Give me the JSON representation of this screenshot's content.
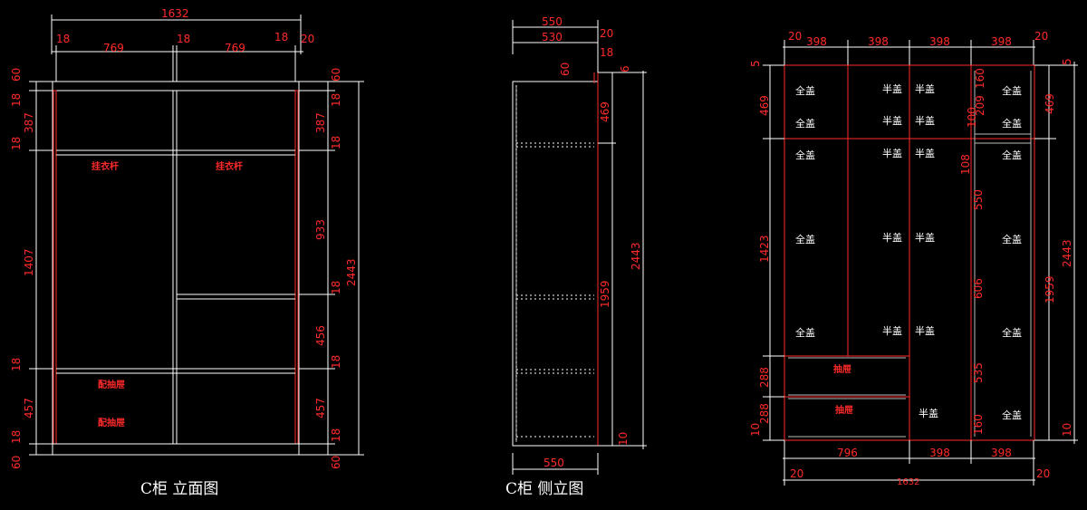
{
  "colors": {
    "background": "#000000",
    "dimension": "#ff2a2a",
    "outline": "#ffffff"
  },
  "front_view": {
    "caption": "C柜 立面图",
    "top_dims": {
      "total": "1632",
      "side_l": "18",
      "bay_l": "769",
      "mid": "18",
      "bay_r": "769",
      "side_r": "18",
      "edge_r": "20"
    },
    "left_dims": {
      "d1": "60",
      "d2": "18",
      "d3": "387",
      "d4": "18",
      "d5": "1407",
      "d6": "18",
      "d7": "457",
      "d8": "18",
      "d9": "60"
    },
    "right_dims": {
      "d1": "60",
      "d2": "18",
      "d3": "387",
      "d4": "18",
      "d5": "933",
      "d6": "18",
      "d7": "456",
      "d8": "18",
      "d9": "457",
      "d10": "18",
      "d11": "60",
      "total": "2443"
    },
    "labels": {
      "rod_l": "挂衣杆",
      "rod_r": "挂衣杆",
      "drawer_1": "配抽屉",
      "drawer_2": "配抽屉"
    }
  },
  "side_view": {
    "caption": "C柜 侧立图",
    "top_dims": {
      "d1": "550",
      "d1_edge": "20",
      "d2": "530",
      "d2_edge": "18"
    },
    "small_dims": {
      "a": "60",
      "b": "6"
    },
    "right_dims": {
      "d1": "469",
      "d2": "1959",
      "total": "2443",
      "d3": "10"
    },
    "bottom_dim": "550"
  },
  "door_view": {
    "top_dims": {
      "edge_l": "20",
      "w1": "398",
      "w2": "398",
      "w3": "398",
      "w4": "398",
      "edge_r": "20"
    },
    "left_dims": {
      "d1": "5",
      "d2": "469",
      "d3": "1423",
      "d4": "288",
      "d5": "288",
      "d6": "10"
    },
    "inner_dims": {
      "d1": "160",
      "d2": "209",
      "d3": "100",
      "d4": "108",
      "d5": "550",
      "d6": "606",
      "d7": "535",
      "d8": "160"
    },
    "right_dims": {
      "d1": "5",
      "d2": "469",
      "d3": "1959",
      "total": "2443",
      "d4": "10"
    },
    "bottom_dims": {
      "w1": "796",
      "w2": "398",
      "w3": "398",
      "edge_l": "20",
      "edge_r": "20",
      "total": "1632"
    },
    "notes": {
      "full": "全盖",
      "half": "半盖"
    },
    "drawers": {
      "top": "抽屉",
      "bottom": "抽屉"
    }
  }
}
